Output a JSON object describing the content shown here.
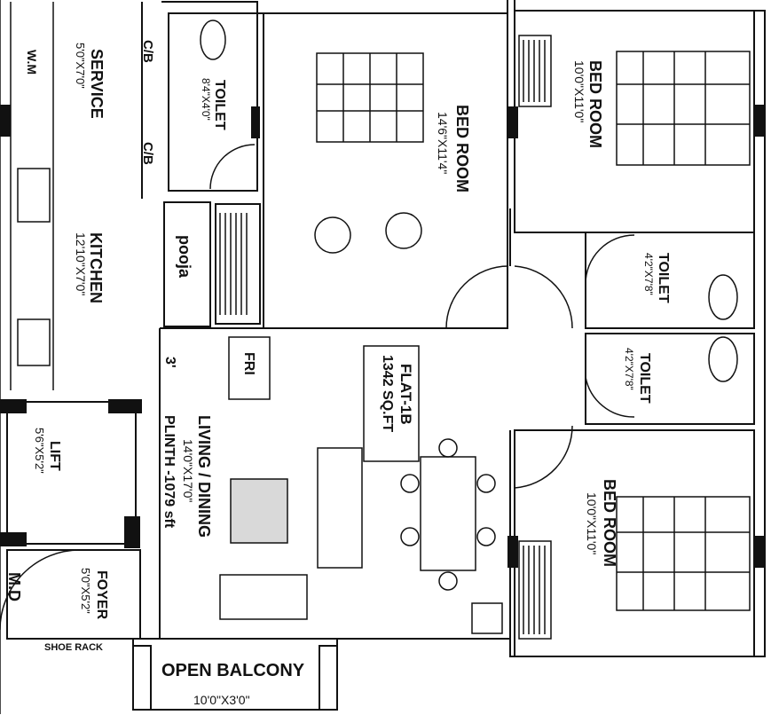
{
  "colors": {
    "ink": "#111111",
    "paper": "#ffffff",
    "fill": "#1a1a1a"
  },
  "rooms": {
    "service": {
      "name": "SERVICE",
      "size": "5'0\"X7'0\""
    },
    "wm": {
      "name": "W.M"
    },
    "cb_top": {
      "name": "C/B"
    },
    "cb_bottom": {
      "name": "C/B"
    },
    "toilet_top": {
      "name": "TOILET",
      "size": "8'4\"X4'0\""
    },
    "bedroom_master": {
      "name": "BED ROOM",
      "size": "14'6\"X11'4\""
    },
    "bedroom_right_top": {
      "name": "BED ROOM",
      "size": "10'0\"X11'0\""
    },
    "kitchen": {
      "name": "KITCHEN",
      "size": "12'10\"X7'0\""
    },
    "pooja": {
      "name": "pooja"
    },
    "toilet_right_a": {
      "name": "TOILET",
      "size": "4'2\"X7'8\""
    },
    "toilet_right_b": {
      "name": "TOILET",
      "size": "4'2\"X7'8\""
    },
    "fri": {
      "name": "FRI"
    },
    "flat": {
      "name": "FLAT-1B",
      "area": "1342 SQ.FT"
    },
    "living": {
      "name": "LIVING / DINING",
      "size": "14'0\"X17'0\"",
      "plinth": "PLINTH -1079 sft"
    },
    "lift": {
      "name": "LIFT",
      "size": "5'6\"X5'2\""
    },
    "bedroom_right_bottom": {
      "name": "BED ROOM",
      "size": "10'0\"X11'0\""
    },
    "foyer": {
      "name": "FOYER",
      "size": "5'0\"X5'2\""
    },
    "md": {
      "name": "M.D"
    },
    "shoe_rack": {
      "name": "SHOE RACK"
    },
    "balcony": {
      "name": "OPEN BALCONY",
      "size": "10'0\"X3'0\""
    }
  },
  "dimension_note": "3'"
}
